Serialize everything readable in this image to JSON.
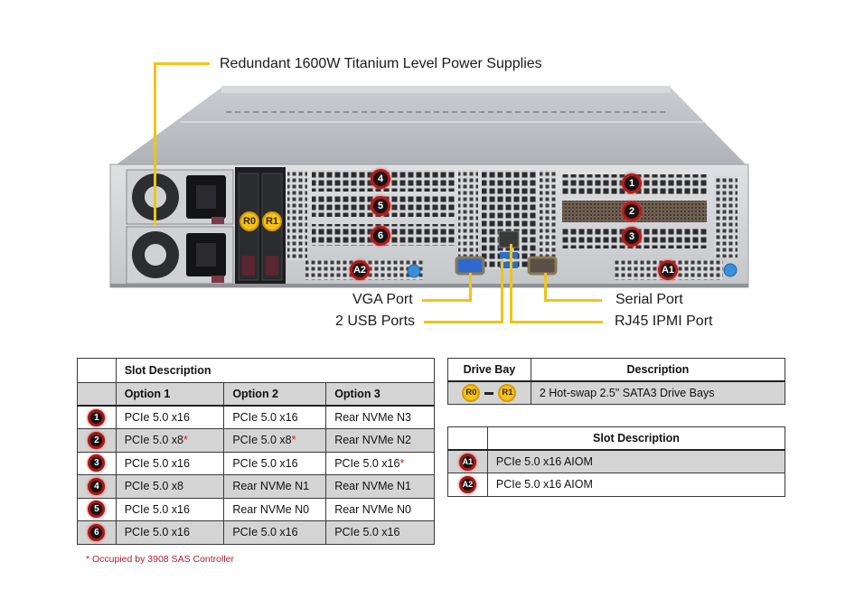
{
  "callouts": {
    "power_supplies": "Redundant 1600W Titanium Level Power Supplies",
    "vga": "VGA Port",
    "usb": "2 USB Ports",
    "serial": "Serial Port",
    "ipmi": "RJ45 IPMI Port"
  },
  "server_markers": {
    "drive_bays": [
      "R0",
      "R1"
    ],
    "left_slots": [
      "4",
      "5",
      "6"
    ],
    "right_slots": [
      "1",
      "2",
      "3"
    ],
    "aiom_left": "A2",
    "aiom_right": "A1"
  },
  "colors": {
    "callout_line": "#f0c419",
    "marker_red": "#b51a1a",
    "marker_gold": "#f5c11d",
    "row_shade": "#d4d4d4",
    "footnote": "#b0202a"
  },
  "slot_table": {
    "title": "Slot Description",
    "columns": [
      "Option 1",
      "Option 2",
      "Option 3"
    ],
    "rows": [
      {
        "slot": "1",
        "cells": [
          {
            "text": "PCIe 5.0 x16",
            "star": ""
          },
          {
            "text": "PCIe 5.0 x16",
            "star": ""
          },
          {
            "text": "Rear NVMe N3",
            "star": ""
          }
        ]
      },
      {
        "slot": "2",
        "cells": [
          {
            "text": "PCIe 5.0 x8",
            "star": "*"
          },
          {
            "text": "PCIe 5.0 x8",
            "star": "*"
          },
          {
            "text": "Rear NVMe N2",
            "star": ""
          }
        ]
      },
      {
        "slot": "3",
        "cells": [
          {
            "text": "PCIe 5.0 x16",
            "star": ""
          },
          {
            "text": "PCIe 5.0 x16",
            "star": ""
          },
          {
            "text": "PCIe 5.0 x16",
            "star": "*"
          }
        ]
      },
      {
        "slot": "4",
        "cells": [
          {
            "text": "PCIe 5.0 x8",
            "star": ""
          },
          {
            "text": "Rear NVMe N1",
            "star": ""
          },
          {
            "text": "Rear NVMe N1",
            "star": ""
          }
        ]
      },
      {
        "slot": "5",
        "cells": [
          {
            "text": "PCIe 5.0 x16",
            "star": ""
          },
          {
            "text": "Rear NVMe N0",
            "star": ""
          },
          {
            "text": "Rear NVMe N0",
            "star": ""
          }
        ]
      },
      {
        "slot": "6",
        "cells": [
          {
            "text": "PCIe 5.0 x16",
            "star": ""
          },
          {
            "text": "PCIe 5.0 x16",
            "star": ""
          },
          {
            "text": "PCIe 5.0 x16",
            "star": ""
          }
        ]
      }
    ],
    "footnote": "* Occupied by 3908 SAS Controller"
  },
  "drive_table": {
    "headers": [
      "Drive Bay",
      "Description"
    ],
    "row": {
      "from": "R0",
      "to": "R1",
      "description": "2 Hot-swap 2.5\" SATA3 Drive Bays"
    }
  },
  "aiom_table": {
    "title": "Slot Description",
    "rows": [
      {
        "slot": "A1",
        "description": "PCIe 5.0 x16 AIOM"
      },
      {
        "slot": "A2",
        "description": "PCIe 5.0 x16 AIOM"
      }
    ]
  }
}
